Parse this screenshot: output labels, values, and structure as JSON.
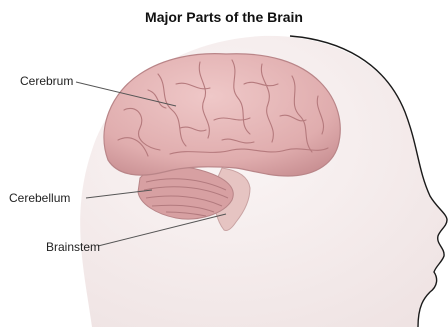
{
  "title": "Major Parts of the Brain",
  "labels": {
    "cerebrum": "Cerebrum",
    "cerebellum": "Cerebellum",
    "brainstem": "Brainstem"
  },
  "colors": {
    "head_fill": "#f6eeee",
    "head_outline": "#1a1a1a",
    "brain_fill": "#e3b3b3",
    "brain_shadow": "#c98e90",
    "gyri_lines": "#b57a7d",
    "cerebellum_fill": "#d7a0a2",
    "brainstem_fill": "#e6c4c2",
    "leader_line": "#555555"
  }
}
